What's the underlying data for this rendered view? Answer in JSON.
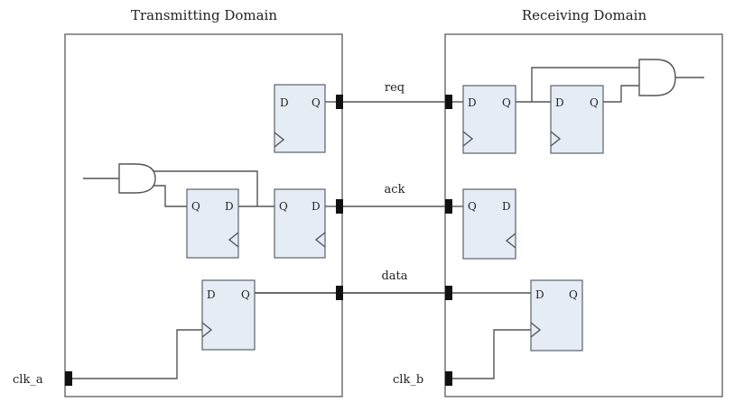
{
  "domains": {
    "transmitting": {
      "title": "Transmitting Domain",
      "clock": "clk_a"
    },
    "receiving": {
      "title": "Receiving Domain",
      "clock": "clk_b"
    }
  },
  "signals": {
    "req": "req",
    "ack": "ack",
    "data": "data"
  },
  "flipflop": {
    "d_pin": "D",
    "q_pin": "Q"
  },
  "colors": {
    "flipflop_fill": "#e6ecf4",
    "wire": "#555555",
    "port": "#111111"
  }
}
